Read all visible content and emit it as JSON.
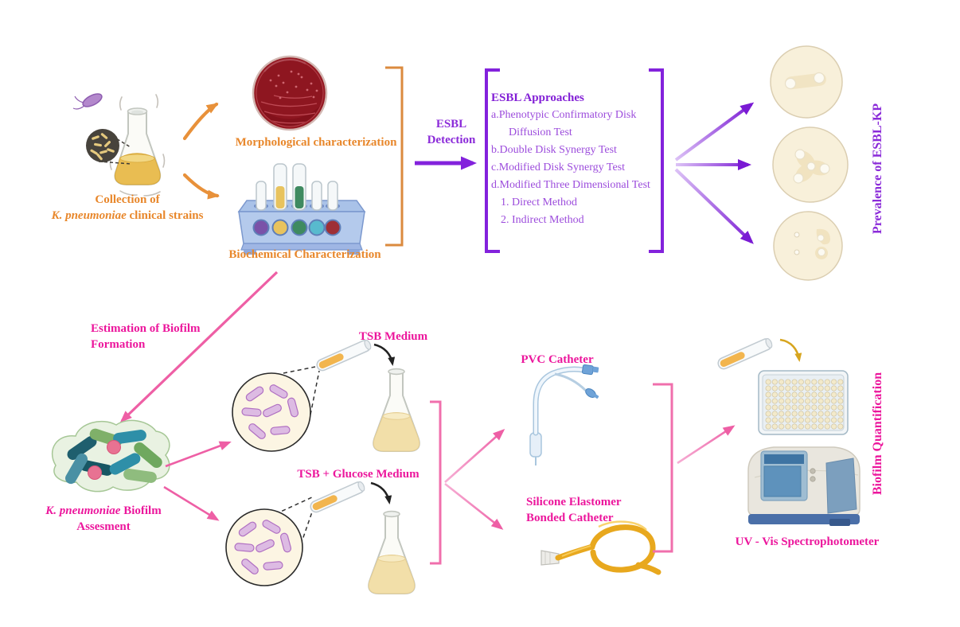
{
  "palette": {
    "orange_label": "#E8872B",
    "purple_label": "#8B2BD9",
    "purple_list": "#9C4CDC",
    "magenta_label": "#EC169C",
    "pink_arrow": "#EE5FA5",
    "purple_arrow": "#7A1AD4"
  },
  "collection": {
    "line1": "Collection of",
    "species": "K. pneumoniae",
    "line2_rest": " clinical strains"
  },
  "morphological": {
    "label": "Morphological characterization"
  },
  "biochemical": {
    "label": "Biochemical Characterization"
  },
  "esbl_detection": {
    "line1": "ESBL",
    "line2": "Detection"
  },
  "esbl_approaches": {
    "title": "ESBL Approaches",
    "items": [
      {
        "text": "a.Phenotypic Confirmatory Disk"
      },
      {
        "text": "Diffusion Test"
      },
      {
        "text": "b.Double Disk Synergy Test"
      },
      {
        "text": "c.Modified Disk Synergy Test"
      },
      {
        "text": "d.Modified Three Dimensional Test"
      },
      {
        "text": "1. Direct Method"
      },
      {
        "text": "2. Indirect Method"
      }
    ]
  },
  "prevalence": {
    "label": "Prevalence of ESBL-KP"
  },
  "estimation": {
    "line1": "Estimation of Biofilm",
    "line2": "Formation"
  },
  "assessment": {
    "species": "K. pneumoniae",
    "line1_rest": " Biofilm",
    "line2": "Assesment"
  },
  "media": {
    "tsb": "TSB Medium",
    "tsb_glucose": "TSB + Glucose Medium"
  },
  "catheters": {
    "pvc": "PVC Catheter",
    "silicone_line1": "Silicone Elastomer",
    "silicone_line2": "Bonded Catheter"
  },
  "quantification": {
    "vertical_label": "Biofilm Quantification",
    "instrument": "UV - Vis Spectrophotometer"
  }
}
